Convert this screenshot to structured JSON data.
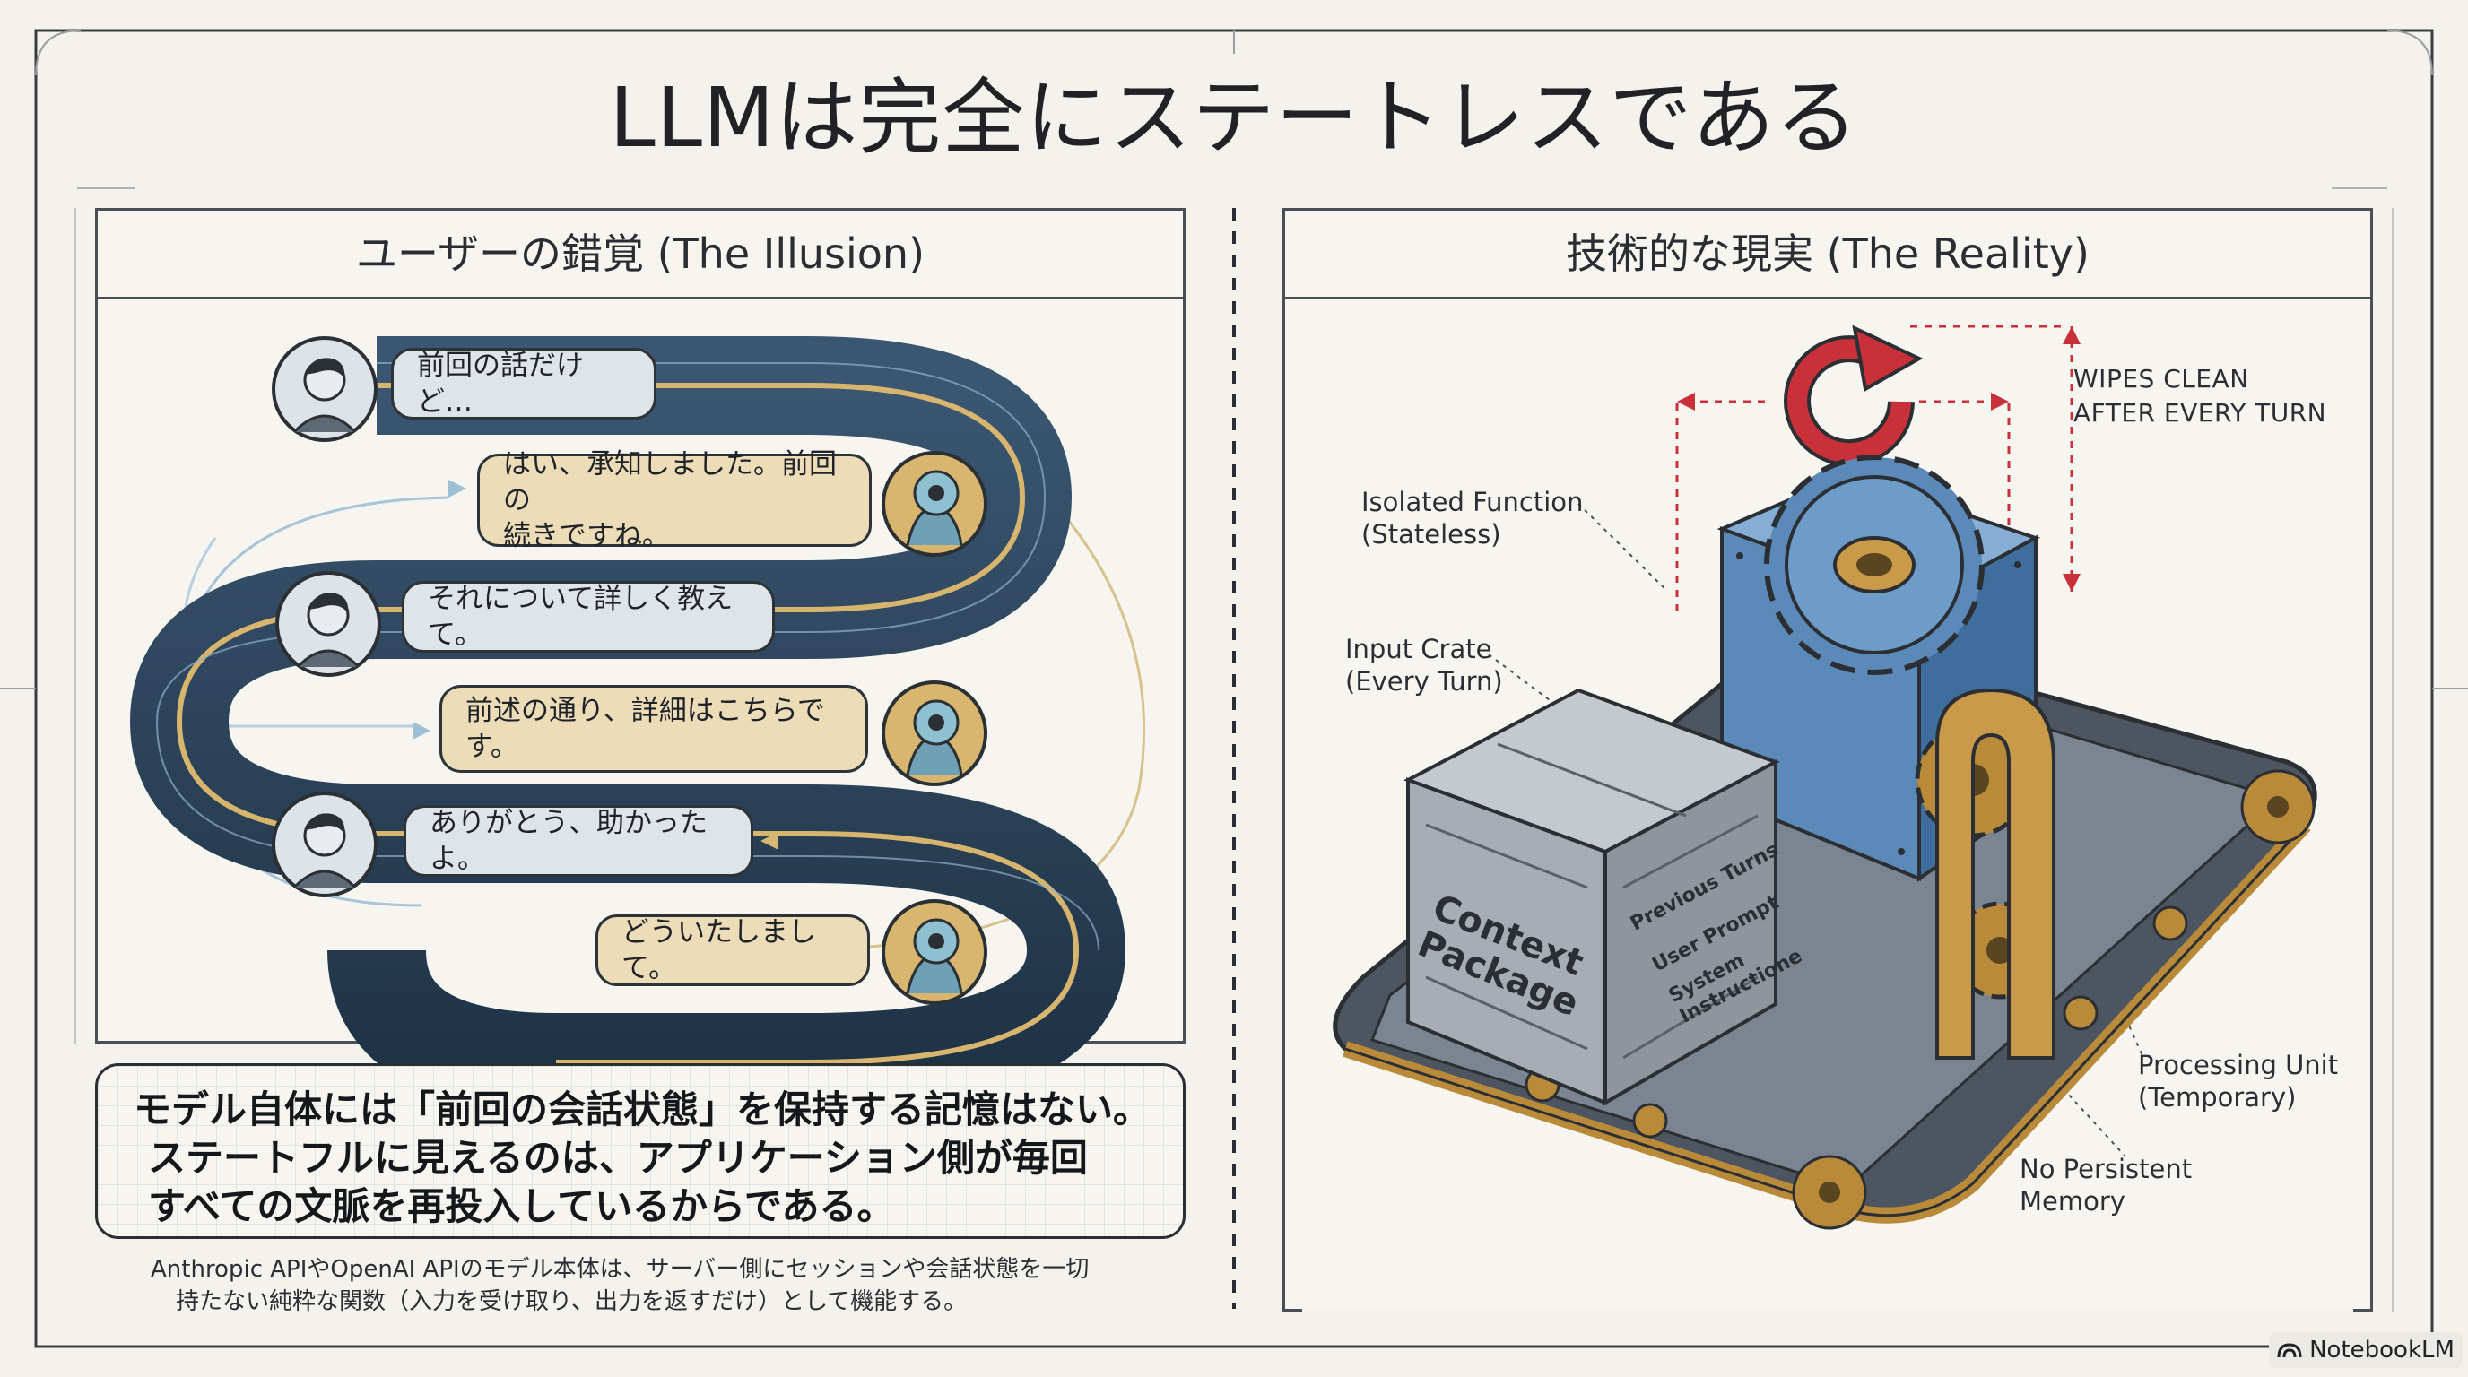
{
  "title": "LLMは完全にステートレスである",
  "left_panel": {
    "header": "ユーザーの錯覚 (The Illusion)",
    "messages": [
      {
        "role": "user",
        "text": "前回の話だけど…"
      },
      {
        "role": "ai",
        "lines": [
          "はい、承知しました。前回の",
          "続きですね。"
        ]
      },
      {
        "role": "user",
        "text": "それについて詳しく教えて。"
      },
      {
        "role": "ai",
        "text": "前述の通り、詳細はこちらです。"
      },
      {
        "role": "user",
        "text": "ありがとう、助かったよ。"
      },
      {
        "role": "ai",
        "text": "どういたしまして。"
      }
    ]
  },
  "right_panel": {
    "header": "技術的な現実 (The Reality)",
    "wipes": [
      "WIPES CLEAN",
      "AFTER EVERY TURN"
    ],
    "isolated_function": [
      "Isolated Function",
      "(Stateless)"
    ],
    "input_crate": [
      "Input Crate",
      "(Every Turn)"
    ],
    "processing_unit": [
      "Processing Unit",
      "(Temporary)"
    ],
    "no_memory": [
      "No Persistent",
      "Memory"
    ],
    "crate_front": [
      "Context",
      "Package"
    ],
    "crate_side": [
      "Previous Turns",
      "User Prompt",
      "System",
      "Instructione"
    ]
  },
  "summary": [
    "モデル自体には「前回の会話状態」を保持する記憶はない。",
    "ステートフルに見えるのは、アプリケーション側が毎回",
    "すべての文脈を再投入しているからである。"
  ],
  "footnote": [
    "Anthropic APIやOpenAI APIのモデル本体は、サーバー側にセッションや会話状態を一切",
    "持たない純粋な関数（入力を受け取り、出力を返すだけ）として機能する。"
  ],
  "branding": {
    "label": "NotebookLM"
  },
  "colors": {
    "user_bubble": "#dfe4e8",
    "ai_bubble": "#ecdcb8",
    "ribbon_dark": "#2c4258",
    "accent_red": "#c8313a",
    "cube_blue": "#5b8ab8",
    "brass": "#b88a3a"
  },
  "icons": [
    "user-avatar-icon",
    "ai-avatar-icon",
    "refresh-cycle-icon",
    "gear-icon",
    "notebooklm-logo-icon"
  ]
}
